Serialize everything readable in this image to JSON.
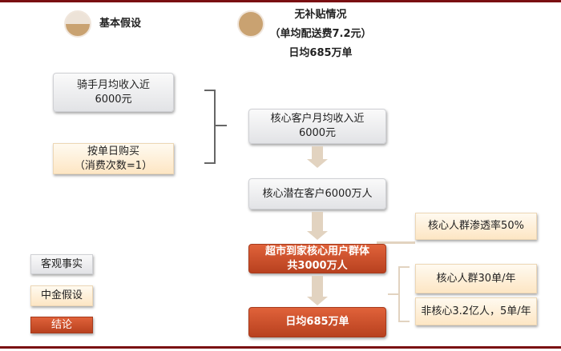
{
  "legend_header": {
    "basic": "基本假设",
    "scenario": [
      "无补贴情况",
      "（单均配送费7.2元）",
      "日均685万单"
    ]
  },
  "left": {
    "rider_income": [
      "骑手月均收入近",
      "6000元"
    ],
    "purchase": [
      "按单日购买",
      "（消费次数=1）"
    ]
  },
  "flow": {
    "core_income": [
      "核心客户月均收入近",
      "6000元"
    ],
    "core_potential": "核心潜在客户6000万人",
    "core_users": [
      "超市到家核心用户群体",
      "共3000万人"
    ],
    "result": "日均685万单"
  },
  "side": {
    "penetration": "核心人群渗透率50%",
    "core_orders": "核心人群30单/年",
    "noncore": "非核心3.2亿人，5单/年"
  },
  "legend": {
    "fact": "客观事实",
    "assumption": "中金假设",
    "conclusion": "结论"
  },
  "colors": {
    "border": "#7a0f12",
    "conclusion": "#c2482a",
    "assumption": "#fde6c4",
    "fact": "#e6e7ea",
    "accent": "#c9a271"
  }
}
